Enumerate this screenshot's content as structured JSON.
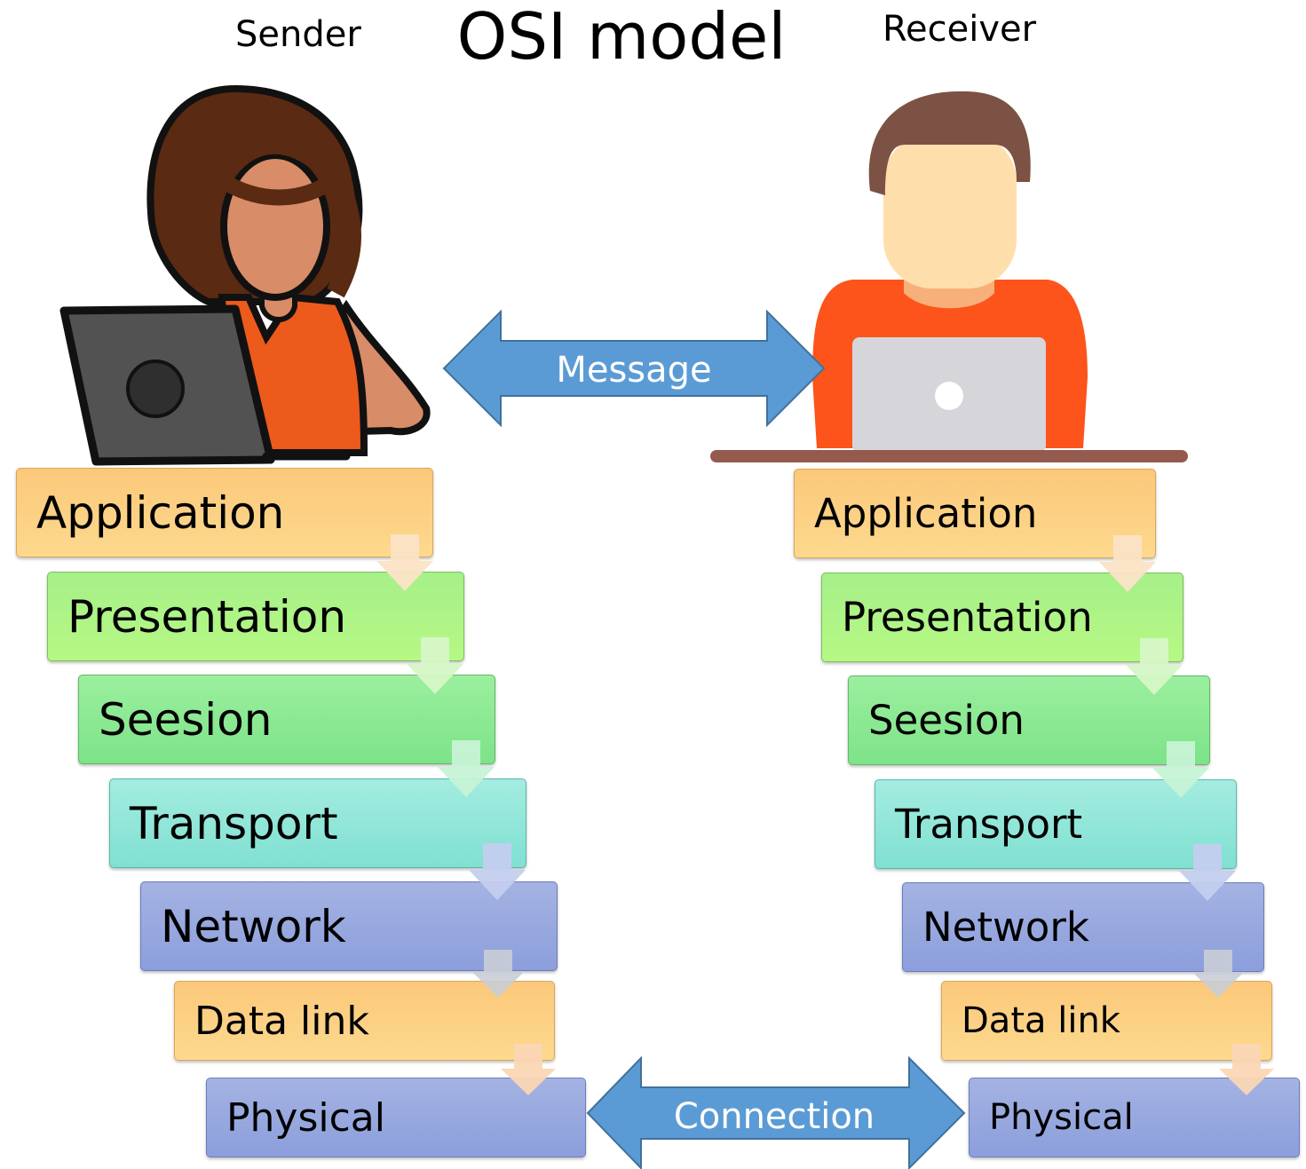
{
  "title": "OSI model",
  "sender_label": "Sender",
  "receiver_label": "Receiver",
  "message_label": "Message",
  "connection_label": "Connection",
  "sender_layers": [
    {
      "name": "Application",
      "color": "#fdd98e"
    },
    {
      "name": "Presentation",
      "color": "#b6f883"
    },
    {
      "name": "Seesion",
      "color": "#7de388"
    },
    {
      "name": "Transport",
      "color": "#7fe0d2"
    },
    {
      "name": "Network",
      "color": "#8c9edc"
    },
    {
      "name": "Data link",
      "color": "#fdd98e"
    },
    {
      "name": "Physical",
      "color": "#8c9edc"
    }
  ],
  "receiver_layers": [
    {
      "name": "Application",
      "color": "#fdd98e"
    },
    {
      "name": "Presentation",
      "color": "#b6f883"
    },
    {
      "name": "Seesion",
      "color": "#7de388"
    },
    {
      "name": "Transport",
      "color": "#7fe0d2"
    },
    {
      "name": "Network",
      "color": "#8c9edc"
    },
    {
      "name": "Data link",
      "color": "#fdd98e"
    },
    {
      "name": "Physical",
      "color": "#8c9edc"
    }
  ],
  "arrow_color": "#5b9bd5",
  "icons": [
    "woman-with-laptop-icon",
    "man-with-laptop-icon",
    "double-arrow-icon",
    "down-arrow-icon"
  ]
}
